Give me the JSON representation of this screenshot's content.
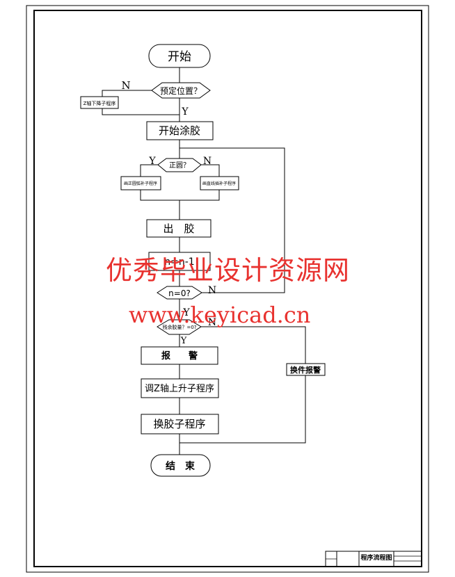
{
  "flowchart": {
    "start": "开始",
    "check_position": "预定位置？",
    "z_down": "Z轴下降子程序",
    "start_glue": "开始涂胶",
    "circle_q": "正圆？",
    "arc_sub": "画正圆弧补子程序",
    "line_sub": "画直线插补子程序",
    "dispense": "出　胶",
    "counter": "n=n-1",
    "n_zero": "n=0?",
    "m_zero": "残余胶量？=0?",
    "alarm": "报　　警",
    "z_up": "调Z轴上升子程序",
    "swap_sub": "换胶子程序",
    "swap_alarm": "换件报警",
    "end": "结　束",
    "yes": "Y",
    "no": "N"
  },
  "watermark": {
    "line1": "优秀毕业设计资源网",
    "line2": "www.keyicad.cn"
  },
  "titleblock": {
    "drawing_name": "程序流程图"
  },
  "colors": {
    "line": "#000000",
    "watermark": "#e8322f"
  }
}
